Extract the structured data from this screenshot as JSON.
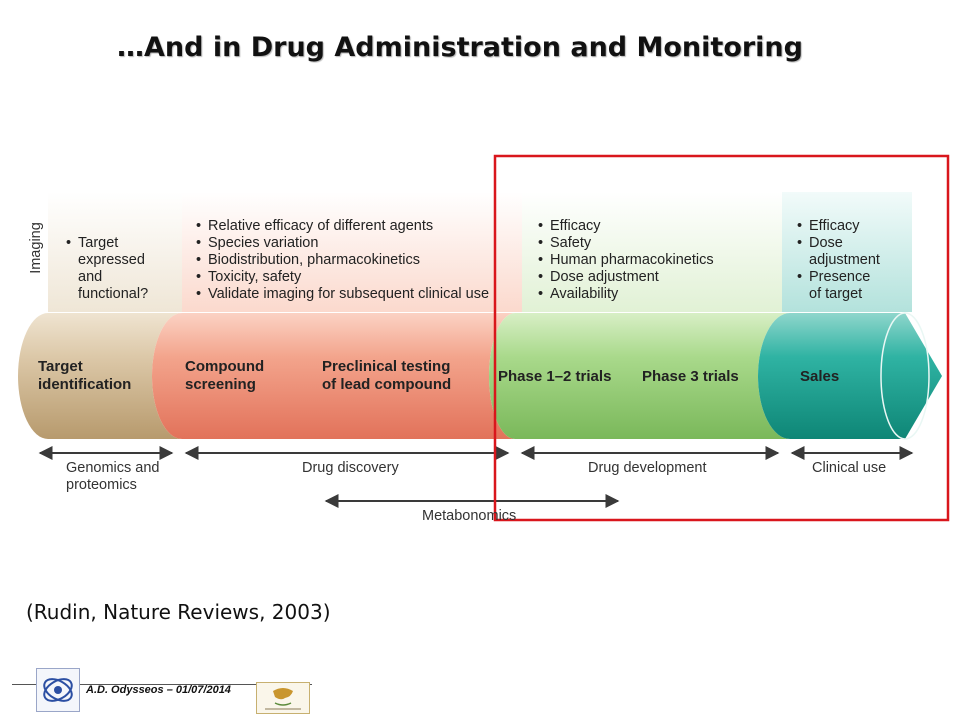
{
  "slide": {
    "title": "…And in Drug Administration and Monitoring",
    "citation": "(Rudin, Nature Reviews, 2003)",
    "footer_text": "A.D. Odysseos – 01/07/2014"
  },
  "diagram": {
    "side_label": "Imaging",
    "boxes": [
      {
        "items": [
          "Target\nexpressed\nand\nfunctional?"
        ]
      },
      {
        "items": [
          "Relative efficacy of different agents",
          "Species variation",
          "Biodistribution, pharmacokinetics",
          "Toxicity, safety",
          "Validate imaging for subsequent clinical use"
        ]
      },
      {
        "items": [
          "Efficacy",
          "Safety",
          "Human pharmacokinetics",
          "Dose adjustment",
          "Availability"
        ]
      },
      {
        "items": [
          "Efficacy",
          "Dose\nadjustment",
          "Presence\nof target"
        ]
      }
    ],
    "stages": [
      "Target\nidentification",
      "Compound\nscreening",
      "Preclinical testing\nof lead compound",
      "Phase 1–2 trials",
      "Phase 3 trials",
      "Sales"
    ],
    "spans": [
      "Genomics and\nproteomics",
      "Drug discovery",
      "Drug development",
      "Clinical use",
      "Metabonomics"
    ],
    "colors": {
      "tan": "#c9b08a",
      "salmon": "#ee8a6e",
      "green": "#8fca6e",
      "teal": "#1d9e90",
      "highlight": "#d9161c"
    }
  }
}
